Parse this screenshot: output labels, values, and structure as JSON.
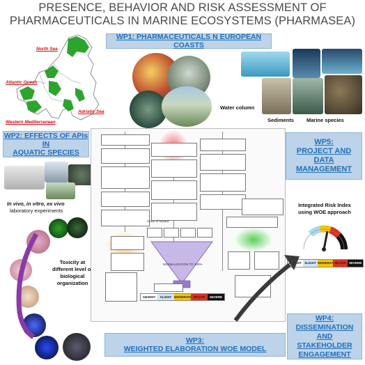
{
  "title": {
    "line1": "PRESENCE, BEHAVIOR AND RISK ASSESSMENT OF",
    "line2": "PHARMACEUTICALS IN MARINE ECOSYSTEMS (PHARMASEA)"
  },
  "wp1": {
    "label": "WP1: PHARMACEUTICALS N EUROPEAN COASTS"
  },
  "wp2": {
    "line1": "WP2: EFFECTS OF APIs IN",
    "line2": "AQUATIC SPECIES"
  },
  "wp3": {
    "label": "WP3:",
    "label2": "WEIGHTED ELABORATION WOE MODEL"
  },
  "wp4": {
    "line1": "WP4:",
    "line2": "DISSEMINATION AND",
    "line3": "STAKEHOLDER",
    "line4": "ENGAGEMENT"
  },
  "wp5": {
    "line1": "WP5:",
    "line2": "PROJECT AND",
    "line3": "DATA",
    "line4": "MANAGEMENT"
  },
  "map": {
    "north_sea": "North Sea",
    "atlantic": "Atlantic Ocean",
    "western_med": "Western Mediterranean",
    "adriatic": "Adriatic Sea"
  },
  "captions": {
    "water_column": "Water column",
    "sediments": "Sediments",
    "marine_species": "Marine species"
  },
  "lab": {
    "line1": "In vivo, in vitro, ex vivo",
    "line2": "laboratory experiments"
  },
  "toxicity": {
    "line1": "Toxicity at",
    "line2": "different level of",
    "line3": "biological",
    "line4": "organization"
  },
  "risk_index": {
    "line1": "Integrated Risk Index",
    "line2": "using WOE approach",
    "levels": [
      "ABSENT",
      "SLIGHT",
      "MODERATE",
      "MAJOR",
      "SEVERE"
    ],
    "colors": [
      "#ffffff",
      "#cfe6f5",
      "#f5c400",
      "#e03020",
      "#111111"
    ]
  },
  "flow": {
    "class_hazard": "Class of hazard",
    "normalization": "NORMALIZATION TO 100%",
    "hazard_levels": [
      "ABSENT",
      "SLIGHT",
      "MODERATE",
      "MAJOR",
      "SEVERE"
    ]
  }
}
